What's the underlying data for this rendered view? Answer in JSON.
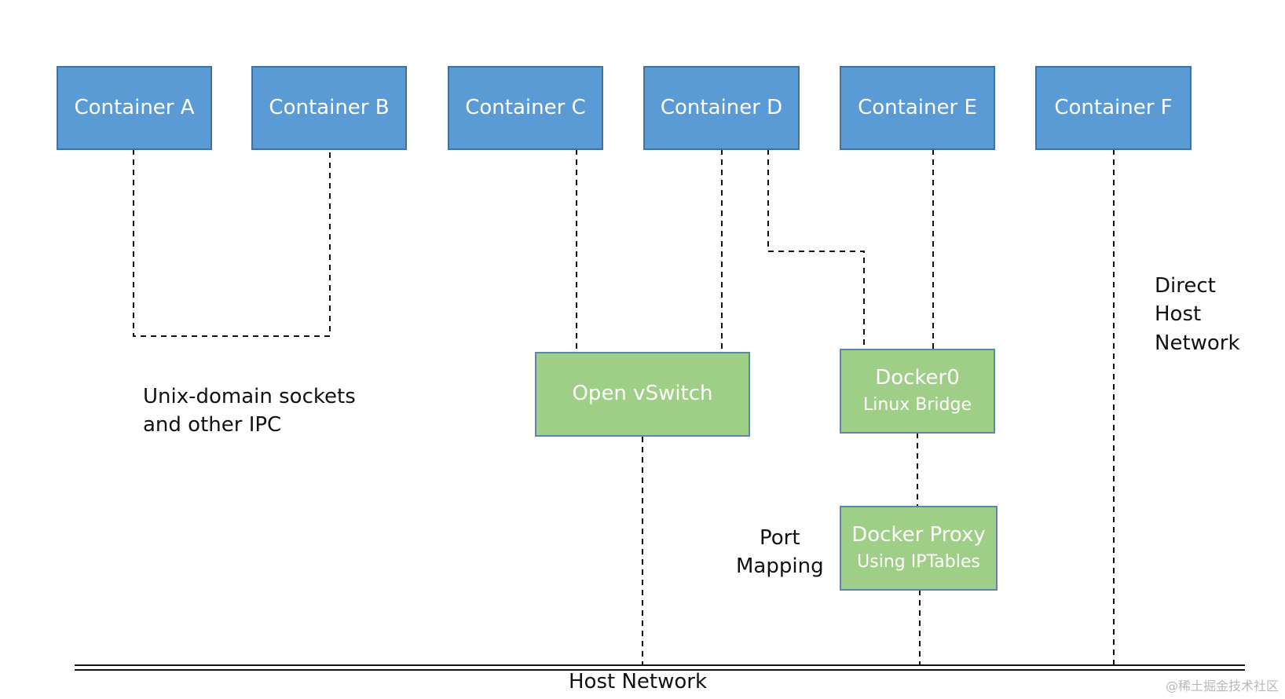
{
  "containers": {
    "a": "Container A",
    "b": "Container B",
    "c": "Container C",
    "d": "Container D",
    "e": "Container E",
    "f": "Container F"
  },
  "components": {
    "ovs": {
      "title": "Open vSwitch"
    },
    "docker0": {
      "title": "Docker0",
      "subtitle": "Linux Bridge"
    },
    "proxy": {
      "title": "Docker Proxy",
      "subtitle": "Using IPTables"
    }
  },
  "labels": {
    "ipc": {
      "line1": "Unix-domain sockets",
      "line2": "and other IPC"
    },
    "port": {
      "line1": "Port",
      "line2": "Mapping"
    },
    "direct": {
      "line1": "Direct",
      "line2": "Host",
      "line3": "Network"
    },
    "host_network": "Host Network"
  },
  "watermark": "@稀土掘金技术社区",
  "colors": {
    "container_fill": "#5b9bd5",
    "component_fill": "#9fce86",
    "connector": "#111111"
  }
}
